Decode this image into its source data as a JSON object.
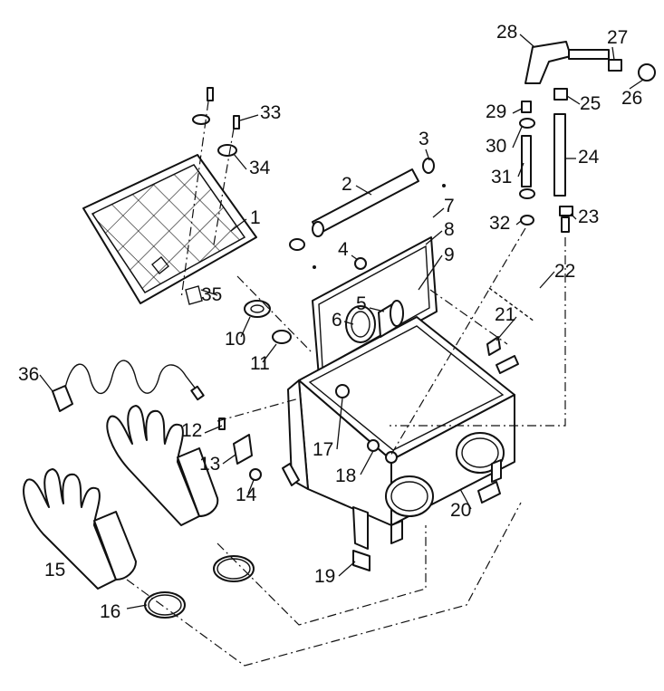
{
  "diagram": {
    "callouts": [
      "1",
      "2",
      "3",
      "4",
      "5",
      "6",
      "7",
      "8",
      "9",
      "10",
      "11",
      "12",
      "13",
      "14",
      "15",
      "16",
      "17",
      "18",
      "19",
      "20",
      "21",
      "22",
      "23",
      "24",
      "25",
      "26",
      "27",
      "28",
      "29",
      "30",
      "31",
      "32",
      "33",
      "34",
      "35",
      "36"
    ]
  }
}
